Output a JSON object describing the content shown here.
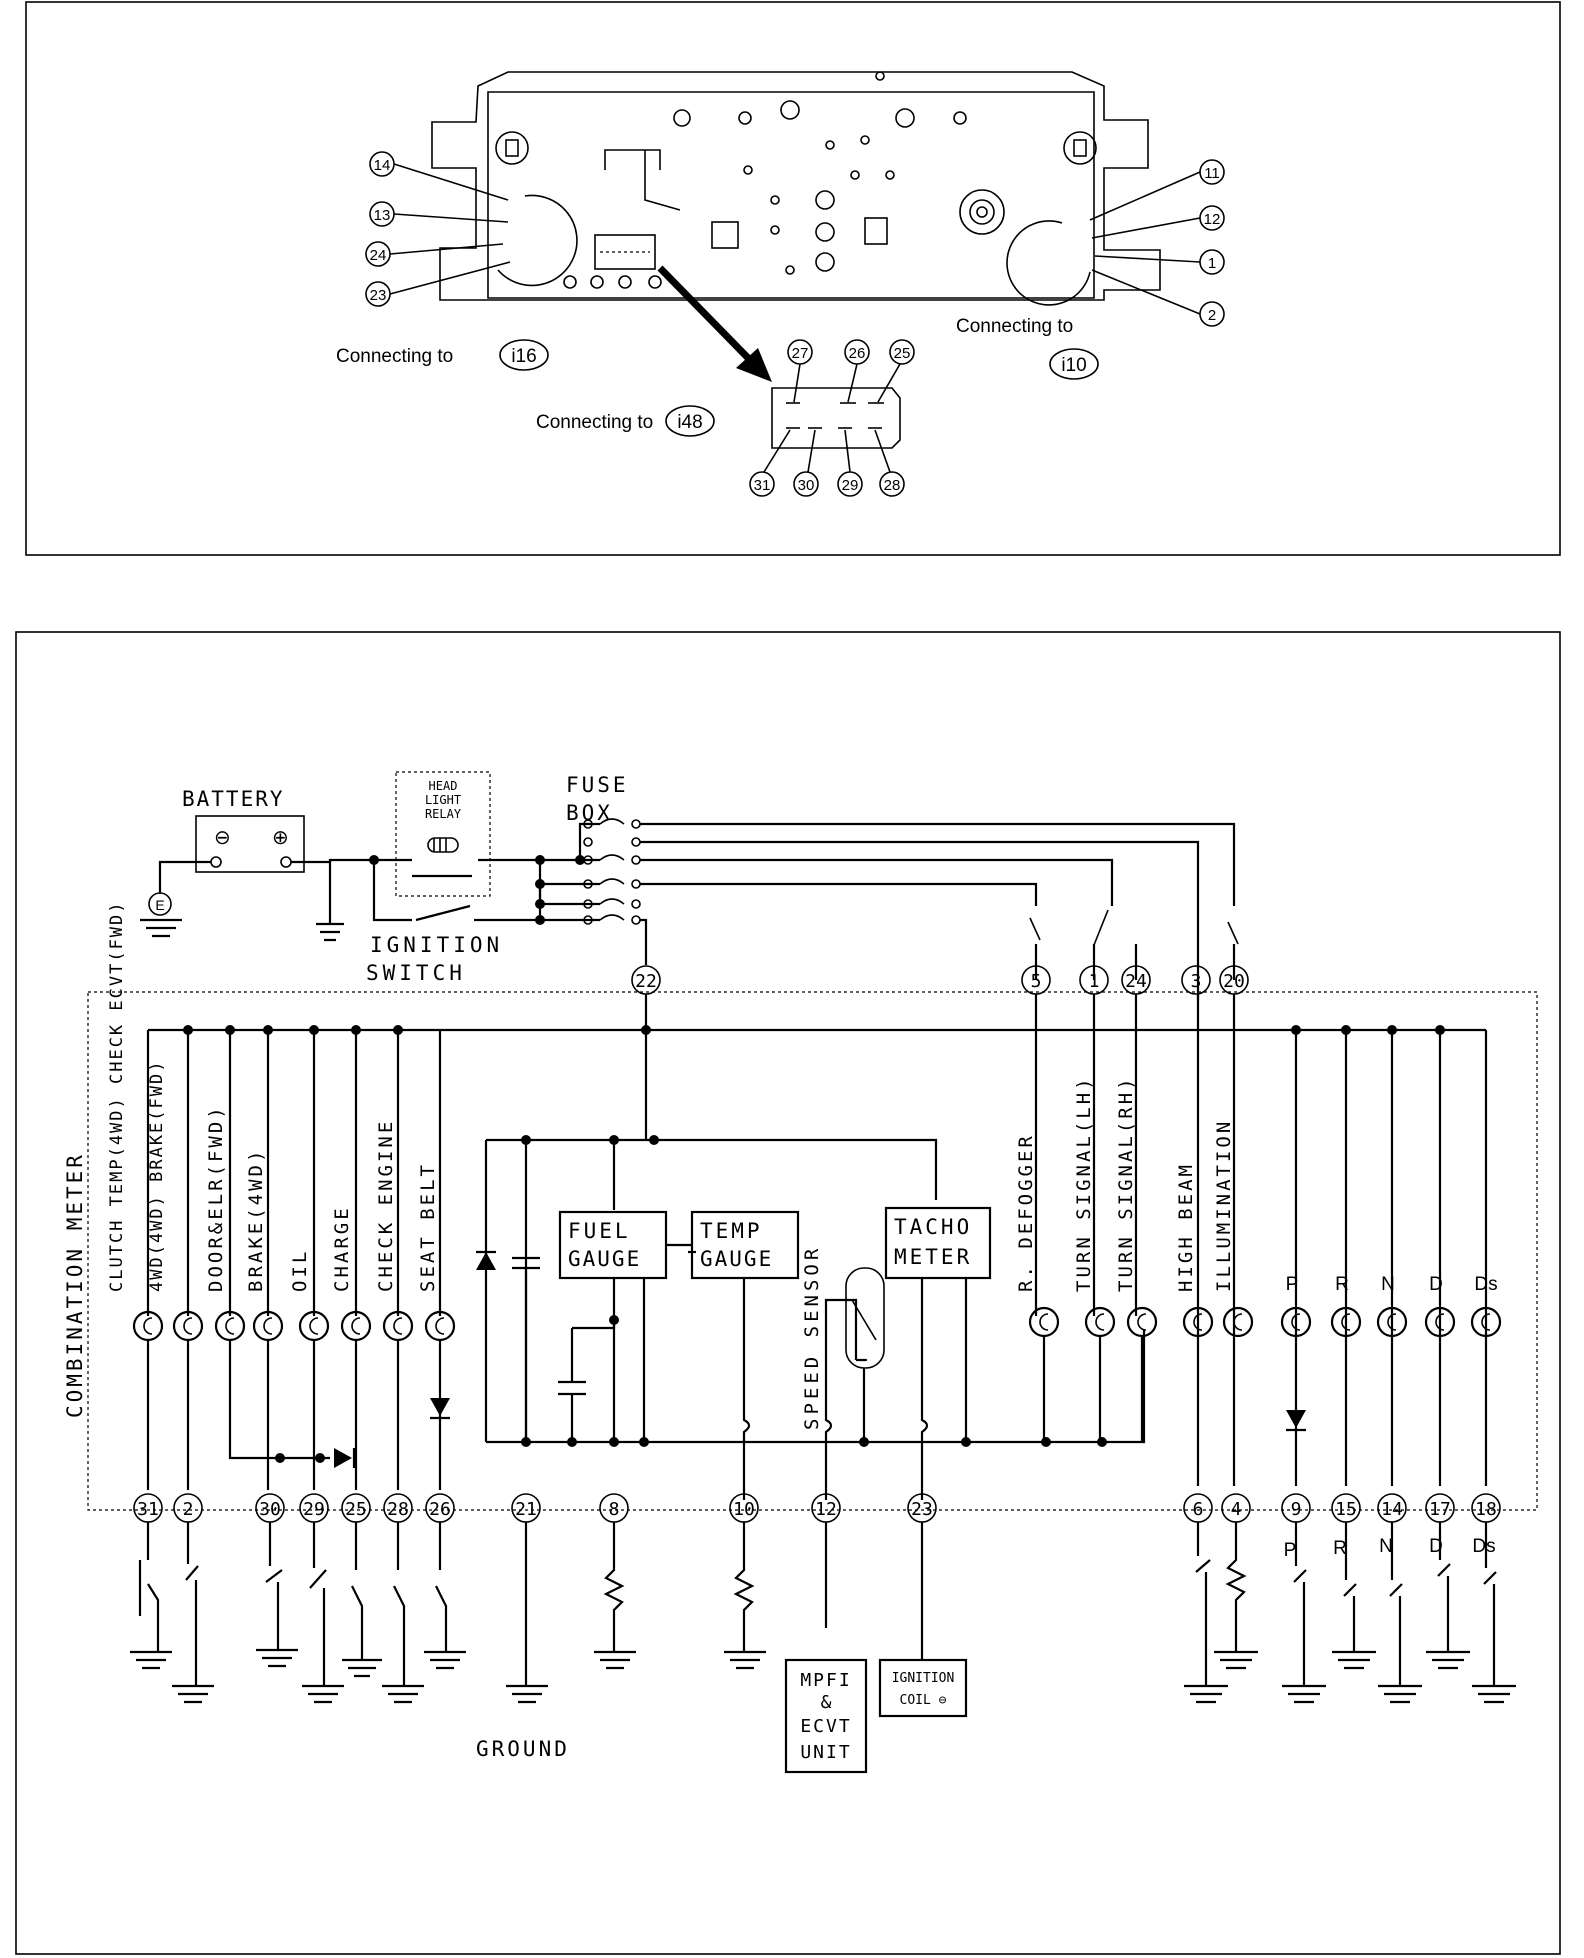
{
  "top_panel": {
    "pin_callouts_left": [
      "14",
      "13",
      "24",
      "23"
    ],
    "pin_callouts_right": [
      "11",
      "12",
      "1",
      "2"
    ],
    "connector_pins_top": [
      "27",
      "26",
      "25"
    ],
    "connector_pins_bottom": [
      "31",
      "30",
      "29",
      "28"
    ],
    "connecting_text": "Connecting to",
    "conn_i16": "i16",
    "conn_i10": "i10",
    "conn_i48": "i48"
  },
  "schematic": {
    "battery_label": "BATTERY",
    "battery_minus": "⊖",
    "battery_plus": "⊕",
    "earth_symbol": "E",
    "head_light_relay": [
      "HEAD",
      "LIGHT",
      "RELAY"
    ],
    "fuse_box": [
      "FUSE",
      "BOX"
    ],
    "ignition_switch": [
      "IGNITION",
      "SWITCH"
    ],
    "combination_meter": "COMBINATION METER",
    "top_terminals": [
      "22",
      "5",
      "1",
      "24",
      "3",
      "20"
    ],
    "indicators_left": [
      "CLUTCH TEMP(4WD) CHECK ECVT(FWD)",
      "4WD(4WD) BRAKE(FWD)",
      "DOOR&ELR(FWD)",
      "BRAKE(4WD)",
      "OIL",
      "CHARGE",
      "CHECK ENGINE",
      "SEAT BELT"
    ],
    "gauges": [
      "FUEL GAUGE",
      "TEMP GAUGE",
      "TACHO METER"
    ],
    "gauge_lines": {
      "fuel": [
        "FUEL",
        "GAUGE"
      ],
      "temp": [
        "TEMP",
        "GAUGE"
      ],
      "tacho": [
        "TACHO",
        "METER"
      ]
    },
    "speed_sensor": "SPEED SENSOR",
    "indicators_right": [
      "R. DEFOGGER",
      "TURN SIGNAL(LH)",
      "TURN SIGNAL(RH)",
      "HIGH BEAM",
      "ILLUMINATION"
    ],
    "shift_letters": [
      "P",
      "R",
      "N",
      "D",
      "Ds"
    ],
    "bottom_terminals": [
      "31",
      "2",
      "30",
      "29",
      "25",
      "28",
      "26",
      "21",
      "8",
      "10",
      "12",
      "23",
      "6",
      "4",
      "9",
      "15",
      "14",
      "17",
      "18"
    ],
    "ground_label": "GROUND",
    "mpfi_unit": [
      "MPFI",
      "&",
      "ECVT",
      "UNIT"
    ],
    "ignition_coil": [
      "IGNITION",
      "COIL ⊖"
    ]
  }
}
